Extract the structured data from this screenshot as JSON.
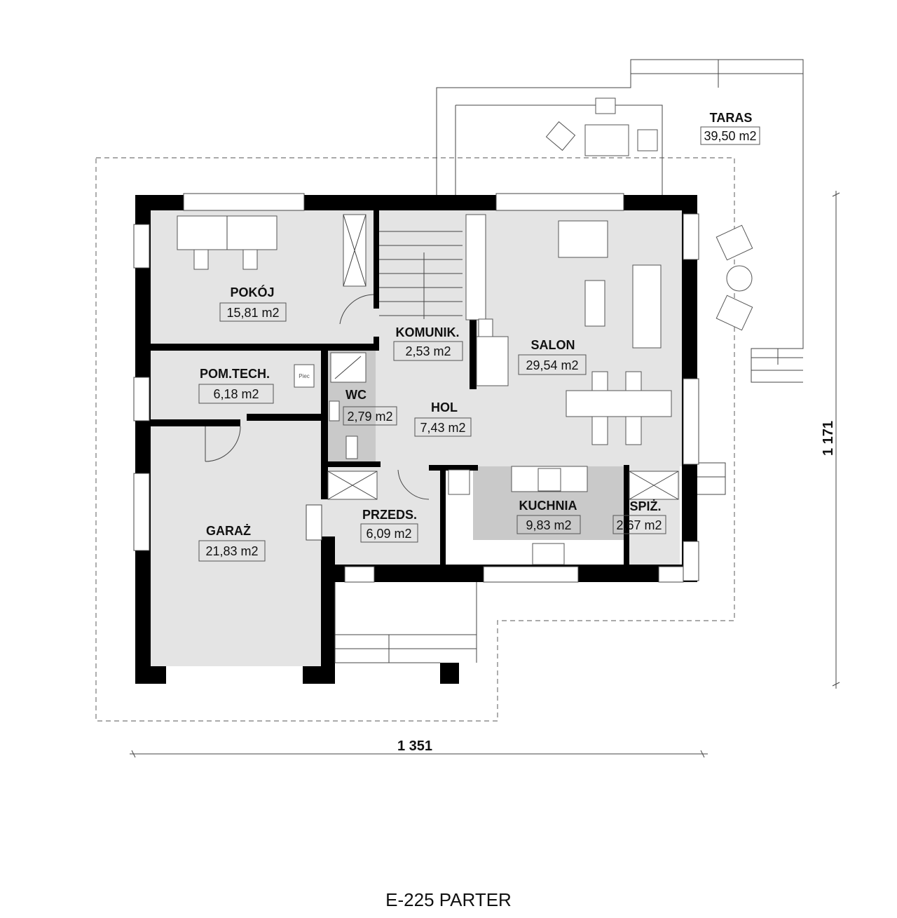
{
  "plan": {
    "title": "E-225 PARTER",
    "dimensions": {
      "width": "1 351",
      "depth": "1 171"
    },
    "appliance_label": "Piec",
    "rooms": [
      {
        "name": "POKÓJ",
        "area": "15,81 m2"
      },
      {
        "name": "KOMUNIK.",
        "area": "2,53 m2"
      },
      {
        "name": "SALON",
        "area": "29,54 m2"
      },
      {
        "name": "POM.TECH.",
        "area": "6,18 m2"
      },
      {
        "name": "WC",
        "area": "2,79 m2"
      },
      {
        "name": "HOL",
        "area": "7,43 m2"
      },
      {
        "name": "GARAŻ",
        "area": "21,83 m2"
      },
      {
        "name": "PRZEDS.",
        "area": "6,09 m2"
      },
      {
        "name": "KUCHNIA",
        "area": "9,83 m2"
      },
      {
        "name": "SPIŻ.",
        "area": "2,67 m2"
      },
      {
        "name": "TARAS",
        "area": "39,50 m2"
      }
    ],
    "colors": {
      "wall": "#000000",
      "floor": "#e4e4e4",
      "wet_area": "#c9c9c9"
    }
  }
}
